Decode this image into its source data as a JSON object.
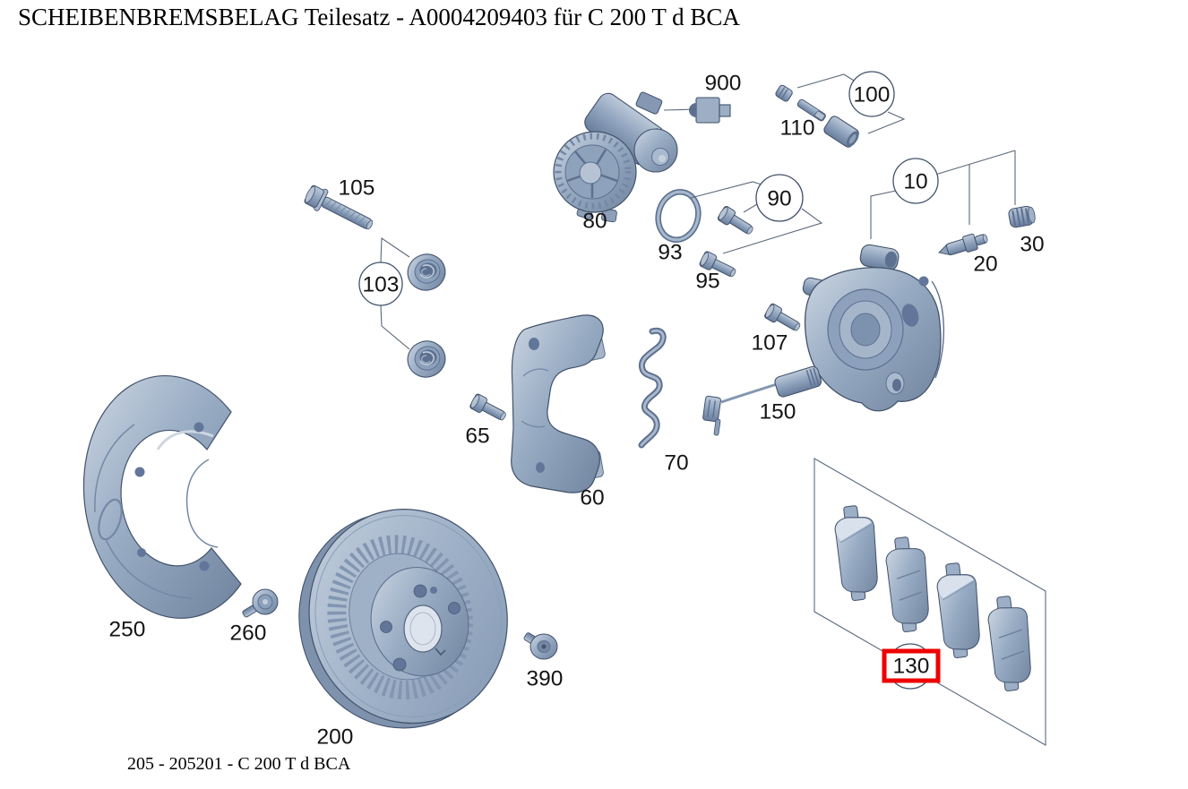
{
  "header": {
    "title": "SCHEIBENBREMSBELAG Teilesatz - A0004209403 für C 200 T d BCA"
  },
  "footer": {
    "caption": "205 - 205201 - C 200 T d BCA"
  },
  "highlight": {
    "part": "130",
    "box_color": "#ee0000"
  },
  "colors": {
    "part_base": "#94a8c0",
    "part_light": "#c9d3e0",
    "part_dark": "#65799a",
    "outline": "#42526b",
    "leader_line": "#5a6878"
  },
  "labels": {
    "n10": "10",
    "n20": "20",
    "n30": "30",
    "n60": "60",
    "n65": "65",
    "n70": "70",
    "n80": "80",
    "n90": "90",
    "n93": "93",
    "n95": "95",
    "n100": "100",
    "n103": "103",
    "n105": "105",
    "n107": "107",
    "n110": "110",
    "n130": "130",
    "n150": "150",
    "n200": "200",
    "n250": "250",
    "n260": "260",
    "n390": "390",
    "n900": "900"
  }
}
